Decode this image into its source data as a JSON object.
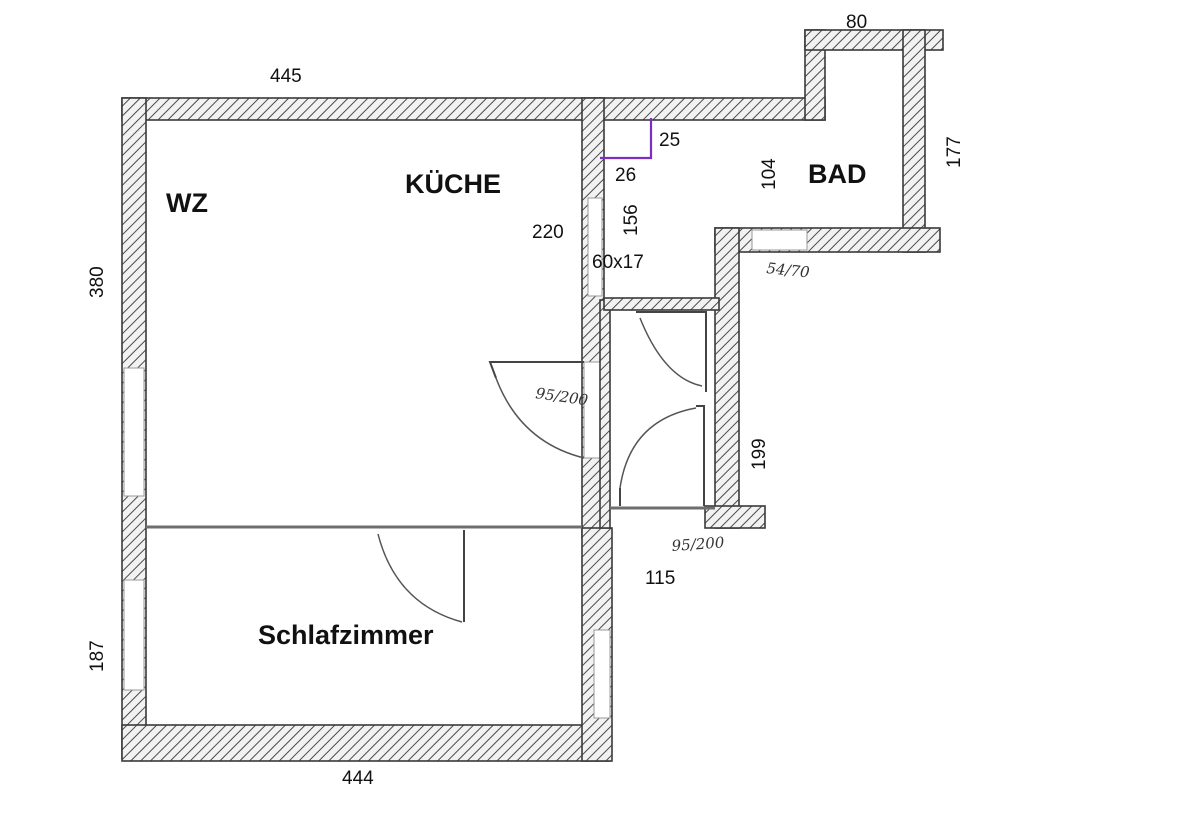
{
  "rooms": {
    "wz": "WZ",
    "kueche": "KÜCHE",
    "bad": "BAD",
    "schlafzimmer": "Schlafzimmer"
  },
  "dimensions": {
    "top_width": "445",
    "bottom_width": "444",
    "left_upper": "380",
    "left_lower": "187",
    "kitchen_wall": "220",
    "niche_height": "156",
    "niche_size": "60x17",
    "corner_horizontal": "26",
    "corner_vertical": "25",
    "bad_top": "80",
    "bad_right": "177",
    "bad_left": "104",
    "hall_right": "199",
    "hall_bottom": "115"
  },
  "openings": {
    "kitchen_door": "95/200",
    "hall_door": "95/200",
    "bad_window": "54/70"
  },
  "colors": {
    "wall_line": "#3a3a3a",
    "marker": "#7a2fc0",
    "text": "#111111"
  }
}
